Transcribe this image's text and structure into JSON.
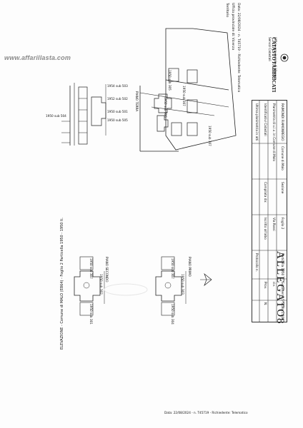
{
  "watermark": {
    "text": "www.affarillasta.com"
  },
  "stamp": {
    "line1": "Data: 22/08/2024 - n. T45719 - Richiedente: Telematico",
    "line2": "Ufficio provinciale di: Vicenza",
    "line3": "Territorio",
    "line4": "Servizi Catastali",
    "brand": "CATASTO FABBRICATI",
    "line5": "Ufficio provinciale di Vicenza"
  },
  "right_header": {
    "col1": "RAIMONDI FIAMONREGIO",
    "col2": "Comune di Malo",
    "col3": "Sezione",
    "col4": "Foglio 2",
    "col5": "Particella 1950",
    "col6": "Subalterno 5",
    "col7": "Protocollo n.",
    "col8": "Scala 1:200",
    "row2a": "Planimetria di u.i.u. in Comune di Malo",
    "row2b": "Via Rossi",
    "row2c": "civ.",
    "row3a": "Identificativi Catastali",
    "row3b": "Compilata da:",
    "row3c": "Iscritto all'albo",
    "row3d": "Prov.",
    "row3e": "N.",
    "row4a": "Ultima planimetria in atti"
  },
  "allegato": "ALLEGATO8",
  "mid_caption": "ELEVAZIONE - Comune di MALO (E864) - Foglio 2 Particella 1950 - 1950 lt.",
  "labels": {
    "piano_terra": "PIANO TERRA",
    "piano_primo": "PIANO PRIMO",
    "piano_secondo": "PIANO SECONDO",
    "lot_top": "1950 sub 307",
    "lot_mid1": "1950 sub 305",
    "lot_mid2": "1950 sub 306",
    "lot_right": "1950 sub 307",
    "strip1": "1954 sub 503",
    "strip2": "1952 sub 502",
    "strip3": "1950 sub 501",
    "strip4": "1950 sub 505",
    "strip5": "1950 sub 504",
    "bottom_a1": "1950 sub 307",
    "bottom_a2": "1950 sub 302",
    "bottom_a3": "1950 sub 301",
    "bottom_b1": "1950 sub 307",
    "bottom_b2": "1950 sub 303",
    "bottom_b3": "1950 sub 304"
  },
  "footer": "Data: 22/08/2024 - n. T45719 - Richiedente: Telematico"
}
